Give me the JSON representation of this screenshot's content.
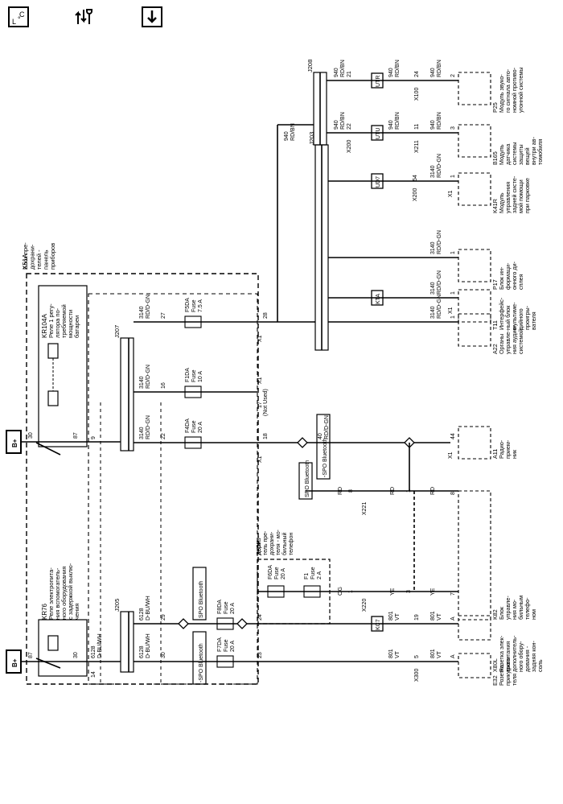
{
  "toolbar": {
    "connector_glyph_1": "L",
    "connector_glyph_2": "C",
    "connector_glyph_3": "°",
    "tools_glyph": "↑↓",
    "download_glyph": "↓"
  },
  "power": {
    "bplus_1": "B+",
    "bplus_2": "B+"
  },
  "fuse_block": {
    "name": "X51A",
    "desc": [
      "Блок пре-",
      "дохрани-",
      "телей -",
      "панель",
      "приборов"
    ]
  },
  "relay_kr104a": {
    "name": "KR104A",
    "desc": [
      "Реле 1 регу-",
      "лятора по-",
      "требляемой",
      "мощности",
      "батареи"
    ],
    "pin_in": "30",
    "pin_out": "87"
  },
  "relay_kr76": {
    "name": "KR76",
    "desc": [
      "Реле электропита-",
      "ния вспомогатель-",
      "ного оборудования",
      "с задержкой выклю-",
      "чения"
    ],
    "pin_in": "87",
    "pin_out": "30"
  },
  "splices": {
    "j205": "J205",
    "j207": "J207",
    "j203": "J203",
    "j208": "J208"
  },
  "wires": {
    "w3140": "3140",
    "rdgn": "RD/D-GN",
    "w6128": "6128",
    "dbuwh": "D-BU/WH",
    "w940": "940",
    "rdbn": "RD/BN",
    "w801": "801",
    "vt": "VT",
    "w40": "40",
    "rd": "RD",
    "og": "OG",
    "ye": "YE",
    "notused": "(Not Used)"
  },
  "fuses": {
    "f5da": [
      "F5DA",
      "Fuse",
      "7.5 A"
    ],
    "f1da": [
      "F1DA",
      "Fuse",
      "10 A"
    ],
    "f4da": [
      "F4DA",
      "Fuse",
      "20 A"
    ],
    "f8da": [
      "F8DA",
      "Fuse",
      "20 A"
    ],
    "f7da": [
      "F7DA",
      "Fuse",
      "20 A"
    ],
    "f6da": [
      "F6DA",
      "Fuse",
      "20 A"
    ],
    "f1": [
      "F1",
      "Fuse",
      "2 A"
    ]
  },
  "options": {
    "spo_bt": "SPO Bluetooth",
    "nspo_bt": "-SPO Bluetooth"
  },
  "x55f": {
    "name": "X55F",
    "desc": [
      "Держа-",
      "тель пре-",
      "дохрани-",
      "теля - мо-",
      "бильный",
      "телефон"
    ]
  },
  "connectors": {
    "x1": "X1",
    "x200": "X200",
    "x211": "X211",
    "x100": "X100",
    "x220": "X220",
    "x221": "X221",
    "x300": "X300",
    "kta": "KTA",
    "ud7": "UD7",
    "utu": "UTU",
    "utr": "UTR",
    "kc7": "KC7"
  },
  "pins": {
    "p28": "28",
    "p27": "27",
    "p16": "16",
    "p22": "22",
    "p9": "9",
    "p18": "18",
    "p17": "17",
    "p29": "29",
    "p30": "30",
    "p14": "14",
    "p24": "24",
    "p23": "23",
    "p54": "54",
    "p1": "1",
    "p21": "21",
    "p11": "11",
    "p3": "3",
    "p2": "2",
    "p8": "8",
    "p44": "44",
    "p7": "7",
    "p19": "19",
    "p5": "5",
    "pA": "A"
  },
  "modules": {
    "a22": [
      "A22",
      "Органы",
      "управле-",
      "ния аудио-",
      "системой"
    ],
    "t11": [
      "T11",
      "Интерфейс-",
      "ный блок",
      "мультиме-",
      "дийного",
      "проигры-",
      "вателя"
    ],
    "p17": [
      "P17",
      "Блок ин-",
      "формаци-",
      "онного ди-",
      "сплея"
    ],
    "k41r": [
      "K41R",
      "Модуль",
      "управления",
      "задней систе-",
      "мой помощи",
      "при парковке"
    ],
    "b165": [
      "B165",
      "Модуль",
      "датчика",
      "системы",
      "защиты",
      "вещей",
      "внутри ав-",
      "томобиля"
    ],
    "p25": [
      "P25",
      "Модуль звуко-",
      "го сигнала авто-",
      "номной противо-",
      "угонной системы"
    ],
    "a11": [
      "A11",
      "Радио-",
      "прием-",
      "ник"
    ],
    "k82": [
      "K82",
      "Блок",
      "управле-",
      "ния мо-",
      "бильным",
      "телефо-",
      "ном"
    ],
    "x80l": [
      "X80L",
      "Розетка элек-",
      "тропитания",
      "дополнитель-",
      "ного обору-",
      "дования -",
      "задняя кон-",
      "соль"
    ],
    "e32": [
      "E32",
      "Розетка",
      "прикурива-",
      "теля"
    ]
  }
}
